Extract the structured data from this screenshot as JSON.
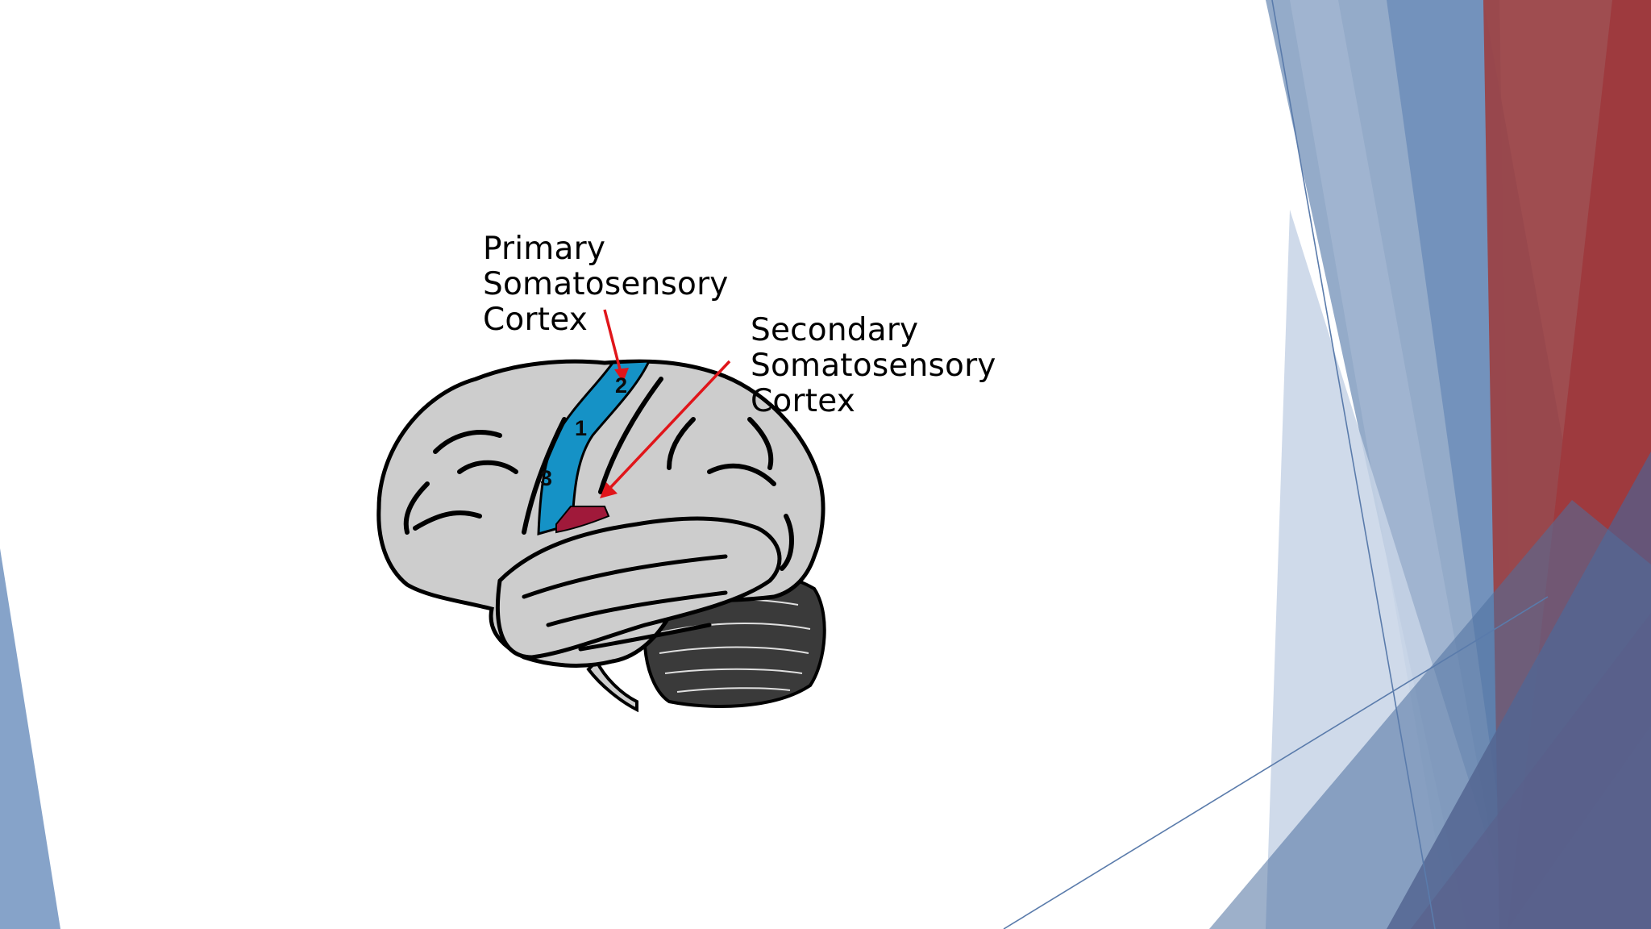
{
  "theme": {
    "blue_light": "#8ea6c6",
    "blue_mid": "#6f8fba",
    "blue_dark": "#4d6f9e",
    "red": "#9e3a3e",
    "brain_gray": "#cdcdcd",
    "s1_blue": "#1592c6",
    "s2_red": "#a0193a",
    "arrow_red": "#e0151a"
  },
  "labels": {
    "primary": [
      "Primary",
      "Somatosensory",
      "Cortex"
    ],
    "secondary": [
      "Secondary",
      "Somatosensory",
      "Cortex"
    ]
  },
  "regions": [
    "2",
    "1",
    "3"
  ]
}
